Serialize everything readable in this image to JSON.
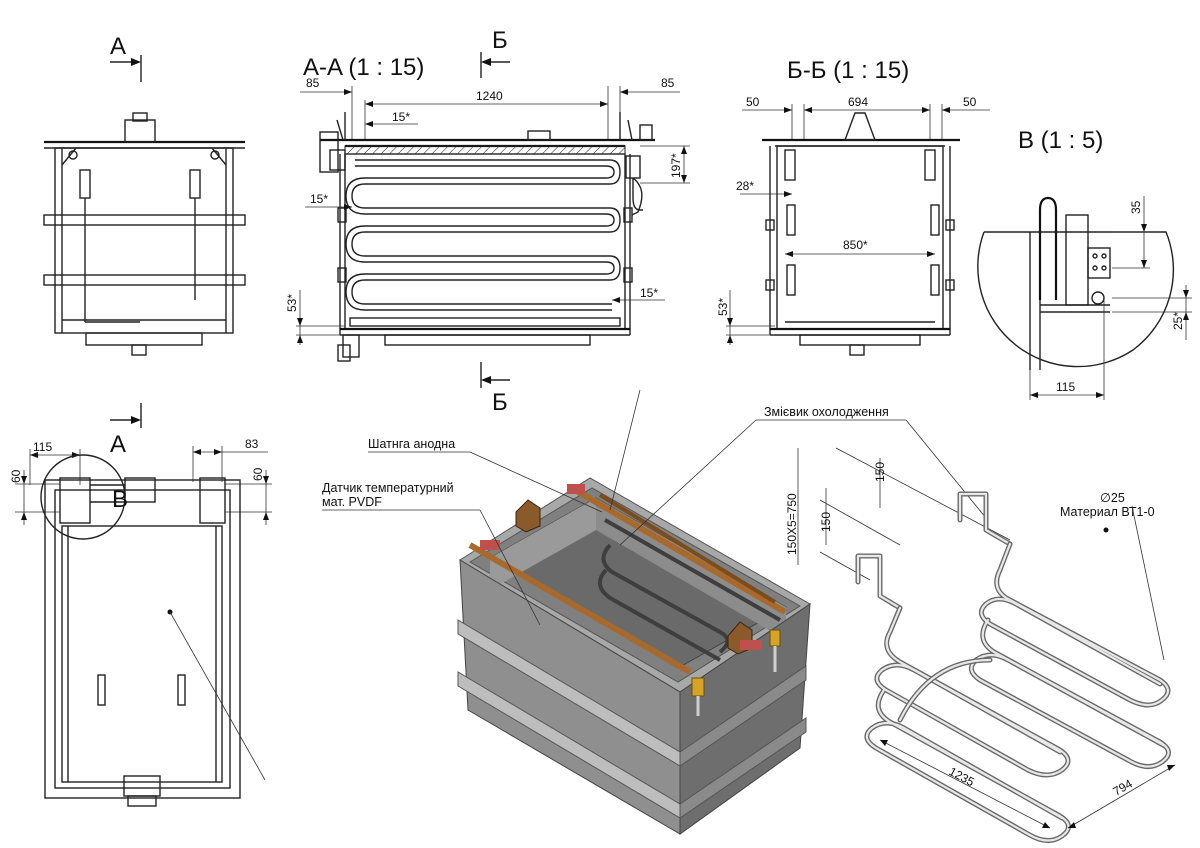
{
  "views": {
    "section_aa": {
      "title": "A-A (1 : 15)"
    },
    "section_bb": {
      "title": "Б-Б (1 : 15)"
    },
    "detail_v": {
      "title": "В (1 : 5)"
    }
  },
  "markers": {
    "a_top": "A",
    "a_bottom": "A",
    "b_top": "Б",
    "b_bottom": "Б",
    "v_circle": "В"
  },
  "dimensions": {
    "aa_left": "85",
    "aa_span": "1240",
    "aa_right": "85",
    "aa_15_top": "15*",
    "aa_15_left": "15*",
    "aa_15_right": "15*",
    "aa_197": "197*",
    "aa_53": "53*",
    "bb_left": "50",
    "bb_span": "694",
    "bb_right": "50",
    "bb_28": "28*",
    "bb_850": "850*",
    "bb_53": "53*",
    "v_35": "35",
    "v_25": "25*",
    "v_115": "115",
    "plan_115": "115",
    "plan_83": "83",
    "plan_60_left": "60",
    "plan_60_right": "60",
    "coil_150_top": "150",
    "coil_150_left": "150",
    "coil_total": "150X5=750",
    "coil_dia": "∅25",
    "coil_1235": "1235",
    "coil_794": "794"
  },
  "callouts": {
    "anode_bar": "Шатнга анодна",
    "temp_sensor_line1": "Датчик температурний",
    "temp_sensor_line2": "мат. PVDF",
    "cooling_coil": "Змієвик охолодження",
    "material": "Материал ВТ1-0"
  },
  "colors": {
    "tank_light": "#c4c4c4",
    "tank_mid": "#9a9a9a",
    "tank_dark": "#6f6f6f",
    "copper": "#a86a2c",
    "bracket": "#8a5a2a",
    "brass": "#d6a422",
    "red_clamp": "#c0504d"
  }
}
